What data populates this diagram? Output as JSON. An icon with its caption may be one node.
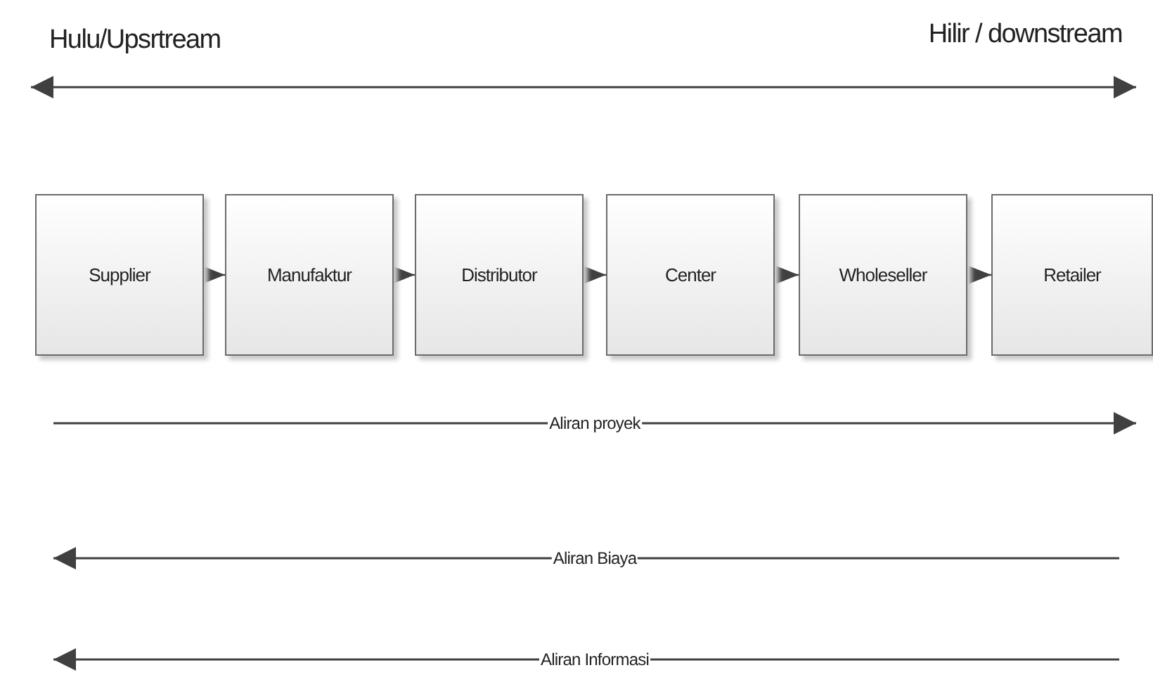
{
  "diagram": {
    "nodes": [
      {
        "text": [
          "Supplier"
        ]
      },
      {
        "text": [
          "Manufaktur"
        ]
      },
      {
        "text": [
          "Distributor"
        ]
      },
      {
        "text": [
          "Center"
        ]
      },
      {
        "text": [
          "Wholeseller"
        ]
      },
      {
        "text": [
          "Retailer"
        ]
      }
    ],
    "edges": [
      {
        "from": 0,
        "to": 1,
        "arrow": "to"
      },
      {
        "from": 1,
        "to": 2,
        "arrow": "to"
      },
      {
        "from": 2,
        "to": 3,
        "arrow": "to"
      },
      {
        "from": 3,
        "to": 4,
        "arrow": "to"
      },
      {
        "from": 4,
        "to": 5,
        "arrow": "to"
      }
    ],
    "labels": [
      "Hulu/Upsrtream",
      "Hilir / downstream",
      "Aliran proyek",
      "Aliran Biaya",
      "Aliran Informasi"
    ]
  }
}
